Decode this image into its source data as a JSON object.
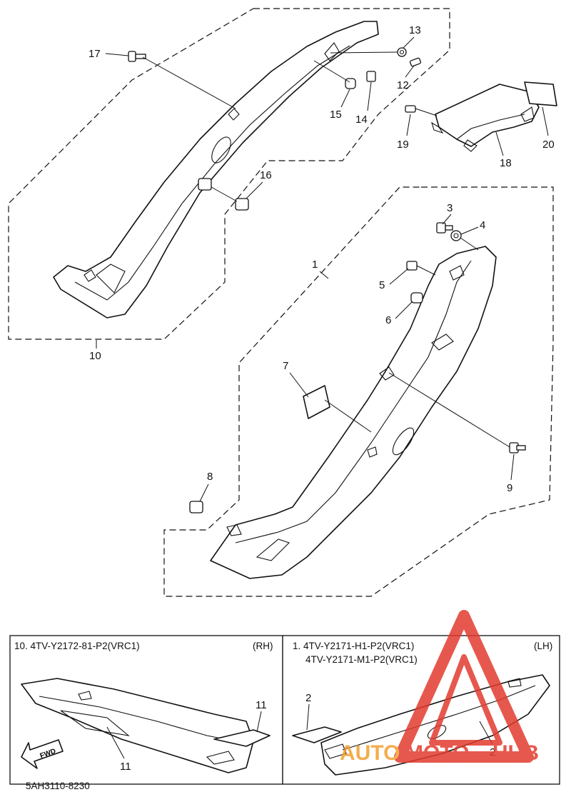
{
  "callouts": {
    "n1": "1",
    "n2": "2",
    "n3": "3",
    "n4": "4",
    "n5": "5",
    "n6": "6",
    "n7": "7",
    "n8": "8",
    "n9": "9",
    "n10": "10",
    "n11": "11",
    "n12": "12",
    "n13": "13",
    "n14": "14",
    "n15": "15",
    "n16": "16",
    "n17": "17",
    "n18": "18",
    "n19": "19",
    "n20": "20"
  },
  "inset_rh": {
    "part_line": "10. 4TV-Y2172-81-P2(VRC1)",
    "side": "(RH)",
    "label_a": "11",
    "label_b": "11"
  },
  "inset_lh": {
    "part_line_1": "1. 4TV-Y2171-H1-P2(VRC1)",
    "part_line_2": "4TV-Y2171-M1-P2(VRC1)",
    "side": "(LH)",
    "label_a": "2",
    "label_b": "2"
  },
  "fwd_label": "FWD",
  "diagram_code": "5AH3110-8230",
  "watermark": {
    "text_a": "AUTO",
    "text_b": "MOTO",
    "text_c": "HUB",
    "color_red": "#e23b2e",
    "color_orange": "#f0a030"
  }
}
